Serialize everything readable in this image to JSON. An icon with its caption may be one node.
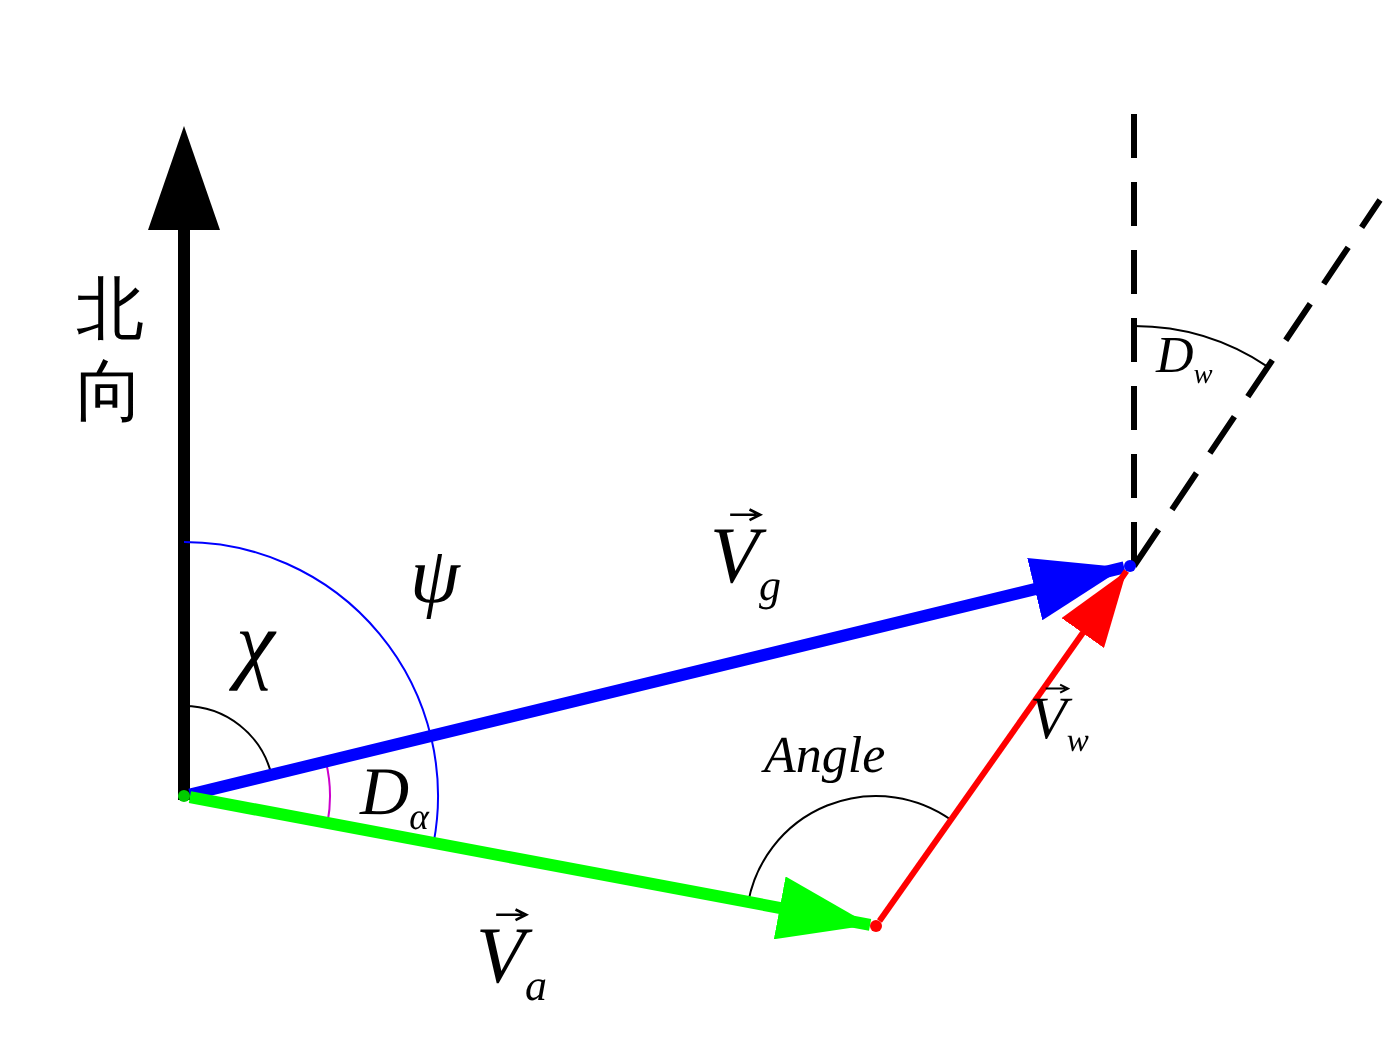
{
  "diagram": {
    "nodes": [
      {
        "text": [],
        "shape": "point"
      },
      {
        "text": [],
        "shape": "point"
      },
      {
        "text": [],
        "shape": "point"
      }
    ],
    "edges": [
      {
        "from": 0,
        "to": 2,
        "arrow": "to",
        "label": "V$_{g}$",
        "color": "#0000ff"
      },
      {
        "from": 0,
        "to": 1,
        "arrow": "to",
        "label": "V$_{a}$",
        "color": "#00ff00"
      },
      {
        "from": 1,
        "to": 2,
        "arrow": "to",
        "label": "V$_{w}$",
        "color": "#ff0000"
      }
    ],
    "labels": [
      "北向",
      "ψ",
      "χ",
      "D$_{α}$",
      "Angle",
      "D$_{w}$"
    ]
  }
}
